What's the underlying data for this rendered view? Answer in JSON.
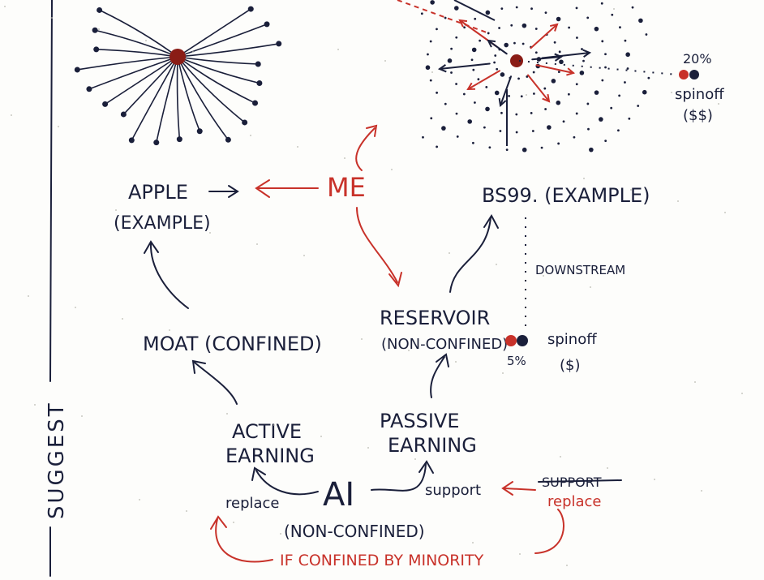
{
  "colors": {
    "ink": "#1a1f3a",
    "red": "#c8322a",
    "paper": "#fdfdfb"
  },
  "labels": {
    "side": "SUGGEST",
    "me": "ME",
    "apple_1": "APPLE",
    "apple_2": "(EXAMPLE)",
    "bs99": "BS99. (EXAMPLE)",
    "downstream": "DOWNSTREAM",
    "moat": "MOAT (CONFINED)",
    "reservoir_1": "RESERVOIR",
    "reservoir_2": "(NON-CONFINED)",
    "active_1": "ACTIVE",
    "active_2": "EARNING",
    "passive_1": "PASSIVE",
    "passive_2": "EARNING",
    "ai": "AI",
    "ai_sub": "(NON-CONFINED)",
    "replace_left": "replace",
    "support": "support",
    "support_struck": "SUPPORT",
    "replace_red": "replace",
    "if_confined": "IF CONFINED BY MINORITY",
    "pct_big": "20%",
    "spinoff_big_1": "spinoff",
    "spinoff_big_2": "($$)",
    "pct_small": "5%",
    "spinoff_small_1": "spinoff",
    "spinoff_small_2": "($)"
  }
}
